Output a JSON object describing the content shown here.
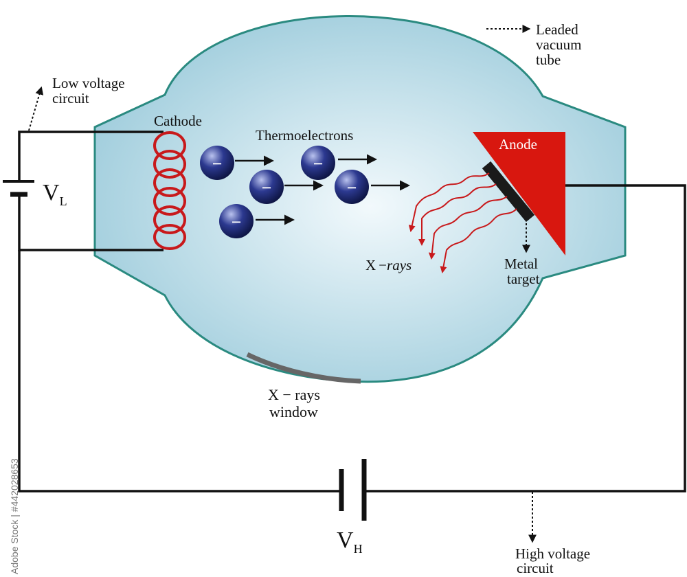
{
  "labels": {
    "low_voltage_circuit": [
      "Low voltage",
      "circuit"
    ],
    "leaded_vacuum_tube": [
      "Leaded",
      "vacuum",
      "tube"
    ],
    "cathode": "Cathode",
    "thermoelectrons": "Thermoelectrons",
    "anode": "Anode",
    "xrays_prefix": "X",
    "xrays_minus": "−",
    "xrays_word": "rays",
    "metal_target": [
      "Metal",
      "target"
    ],
    "xrays_window": [
      "X − rays",
      "window"
    ],
    "vl_main": "V",
    "vl_sub": "L",
    "vh_main": "V",
    "vh_sub": "H",
    "high_voltage_circuit": [
      "High voltage",
      "circuit"
    ],
    "electron_sign": "−"
  },
  "credit": "Adobe Stock | #442028653",
  "colors": {
    "tube_fill_center": "#f2f9fc",
    "tube_fill_edge": "#9ccbdb",
    "tube_outline": "#2a8a80",
    "coil": "#c8191b",
    "anode": "#d8170f",
    "target": "#1a1a1a",
    "xray_wave": "#c8191b",
    "electron": "#1f2a72",
    "wire": "#111111",
    "window": "#666666"
  }
}
